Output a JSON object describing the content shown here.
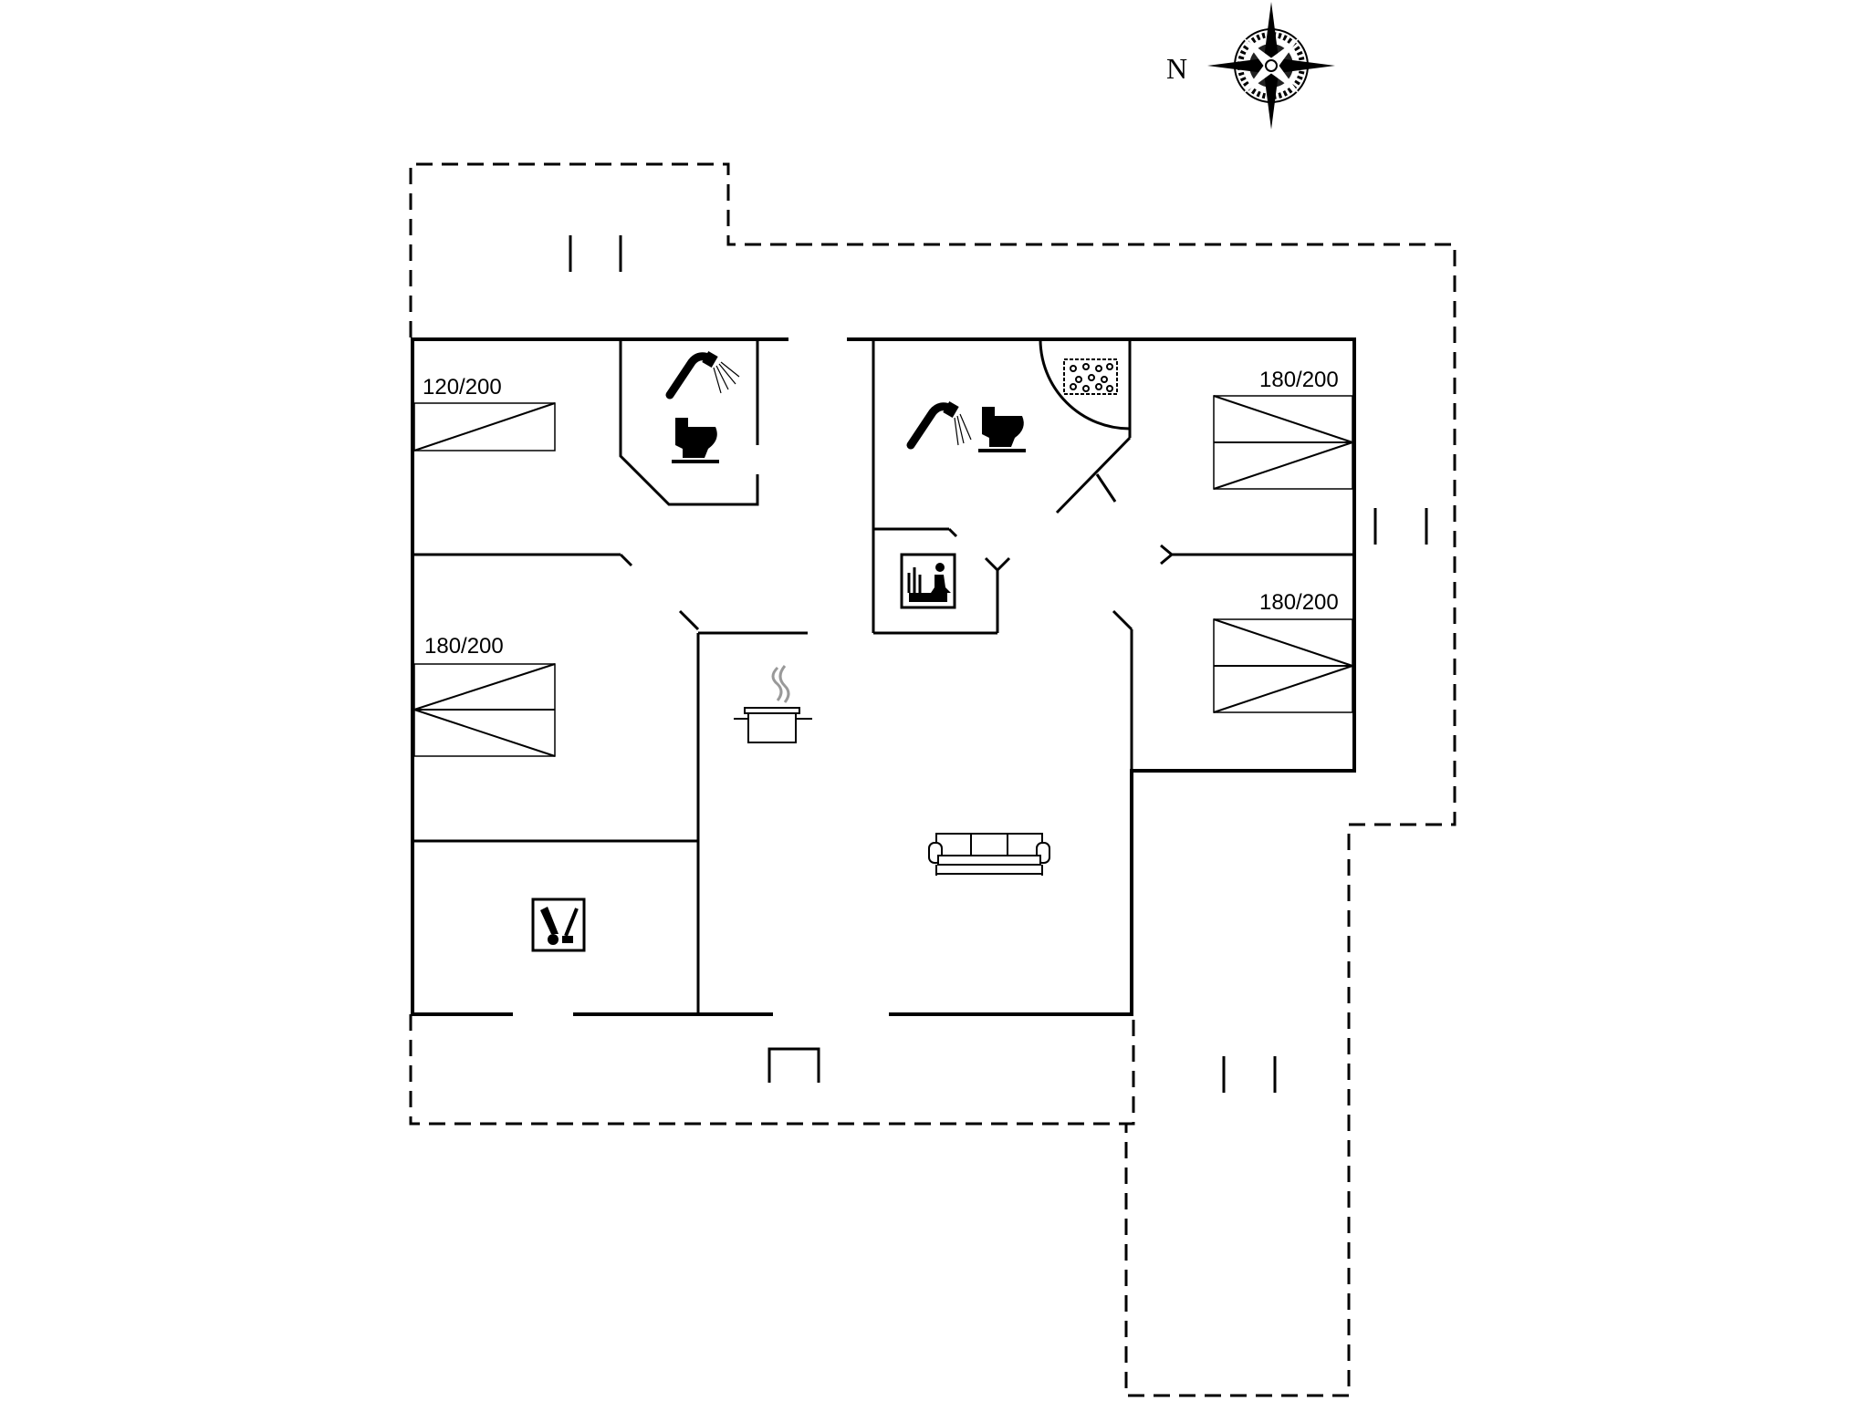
{
  "compass": {
    "label": "N"
  },
  "beds": [
    {
      "label": "120/200"
    },
    {
      "label": "180/200"
    },
    {
      "label": "180/200"
    },
    {
      "label": "180/200"
    }
  ],
  "icons": [
    "compass-rose-icon",
    "shower-icon",
    "toilet-icon",
    "spa-bath-icon",
    "sauna-icon",
    "cooking-pot-icon",
    "sofa-icon",
    "utility-room-icon"
  ]
}
